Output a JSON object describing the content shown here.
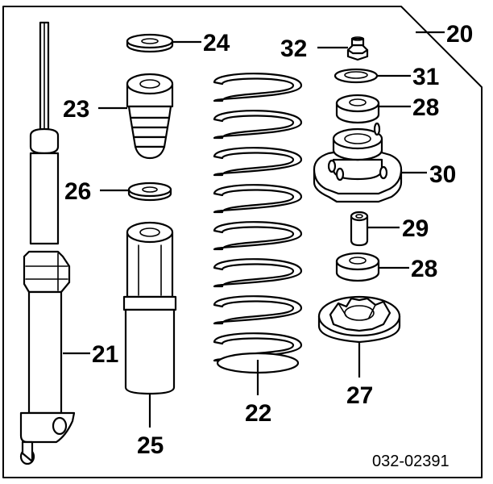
{
  "diagram": {
    "assembly_number": "20",
    "part_numbers": {
      "shock_absorber": "21",
      "coil_spring": "22",
      "bump_stop": "23",
      "bump_stop_washer": "24",
      "dust_boot": "25",
      "boot_washer": "26",
      "spring_lower_seat": "27",
      "mount_rubber_upper": "28",
      "mount_rubber_lower": "28",
      "collar": "29",
      "mount_base": "30",
      "washer": "31",
      "self_locking_nut": "32"
    },
    "drawing_code": "032-02391"
  },
  "colors": {
    "line": "#000000",
    "background": "#ffffff"
  }
}
